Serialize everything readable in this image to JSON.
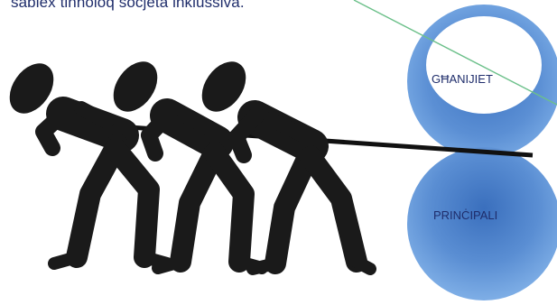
{
  "caption": "sabiex tinholoq socjeta inklussiva.",
  "figure": {
    "icon": "tug-of-war-figures-icon",
    "circle_top_label": "GĦANIJIET",
    "circle_bottom_label": "PRINĊIPALI",
    "colors": {
      "figures": "#1a1a1a",
      "circle_blue": "#5b8fd4",
      "circle_inner": "#ffffff",
      "caption_text": "#1f2d6b",
      "green_line": "#6cc08a"
    }
  }
}
